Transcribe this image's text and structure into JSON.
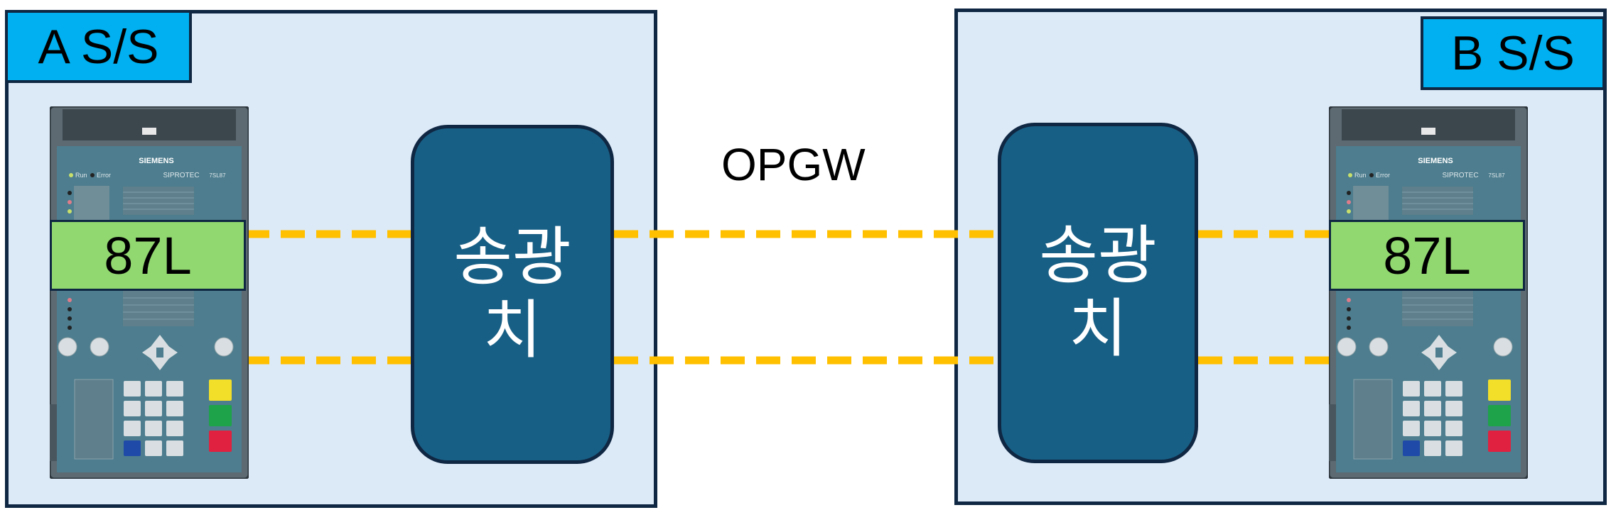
{
  "stations": {
    "a": {
      "label": "A S/S"
    },
    "b": {
      "label": "B S/S"
    }
  },
  "optical_terminals": {
    "a": {
      "line1": "송광",
      "line2": "치"
    },
    "b": {
      "line1": "송광",
      "line2": "치"
    }
  },
  "relays": {
    "a": {
      "tag": "87L",
      "brand": "SIEMENS",
      "model": "SIPROTEC",
      "model_code": "7SL87",
      "status_run": "Run",
      "status_error": "Error"
    },
    "b": {
      "tag": "87L",
      "brand": "SIEMENS",
      "model": "SIPROTEC",
      "model_code": "7SL87",
      "status_run": "Run",
      "status_error": "Error"
    }
  },
  "link": {
    "label": "OPGW"
  },
  "colors": {
    "station_fill": "#dce9f7",
    "label_fill": "#00b0f0",
    "optical_fill": "#185f85",
    "relay_tag_fill": "#92d870",
    "fiber": "#ffc000"
  }
}
